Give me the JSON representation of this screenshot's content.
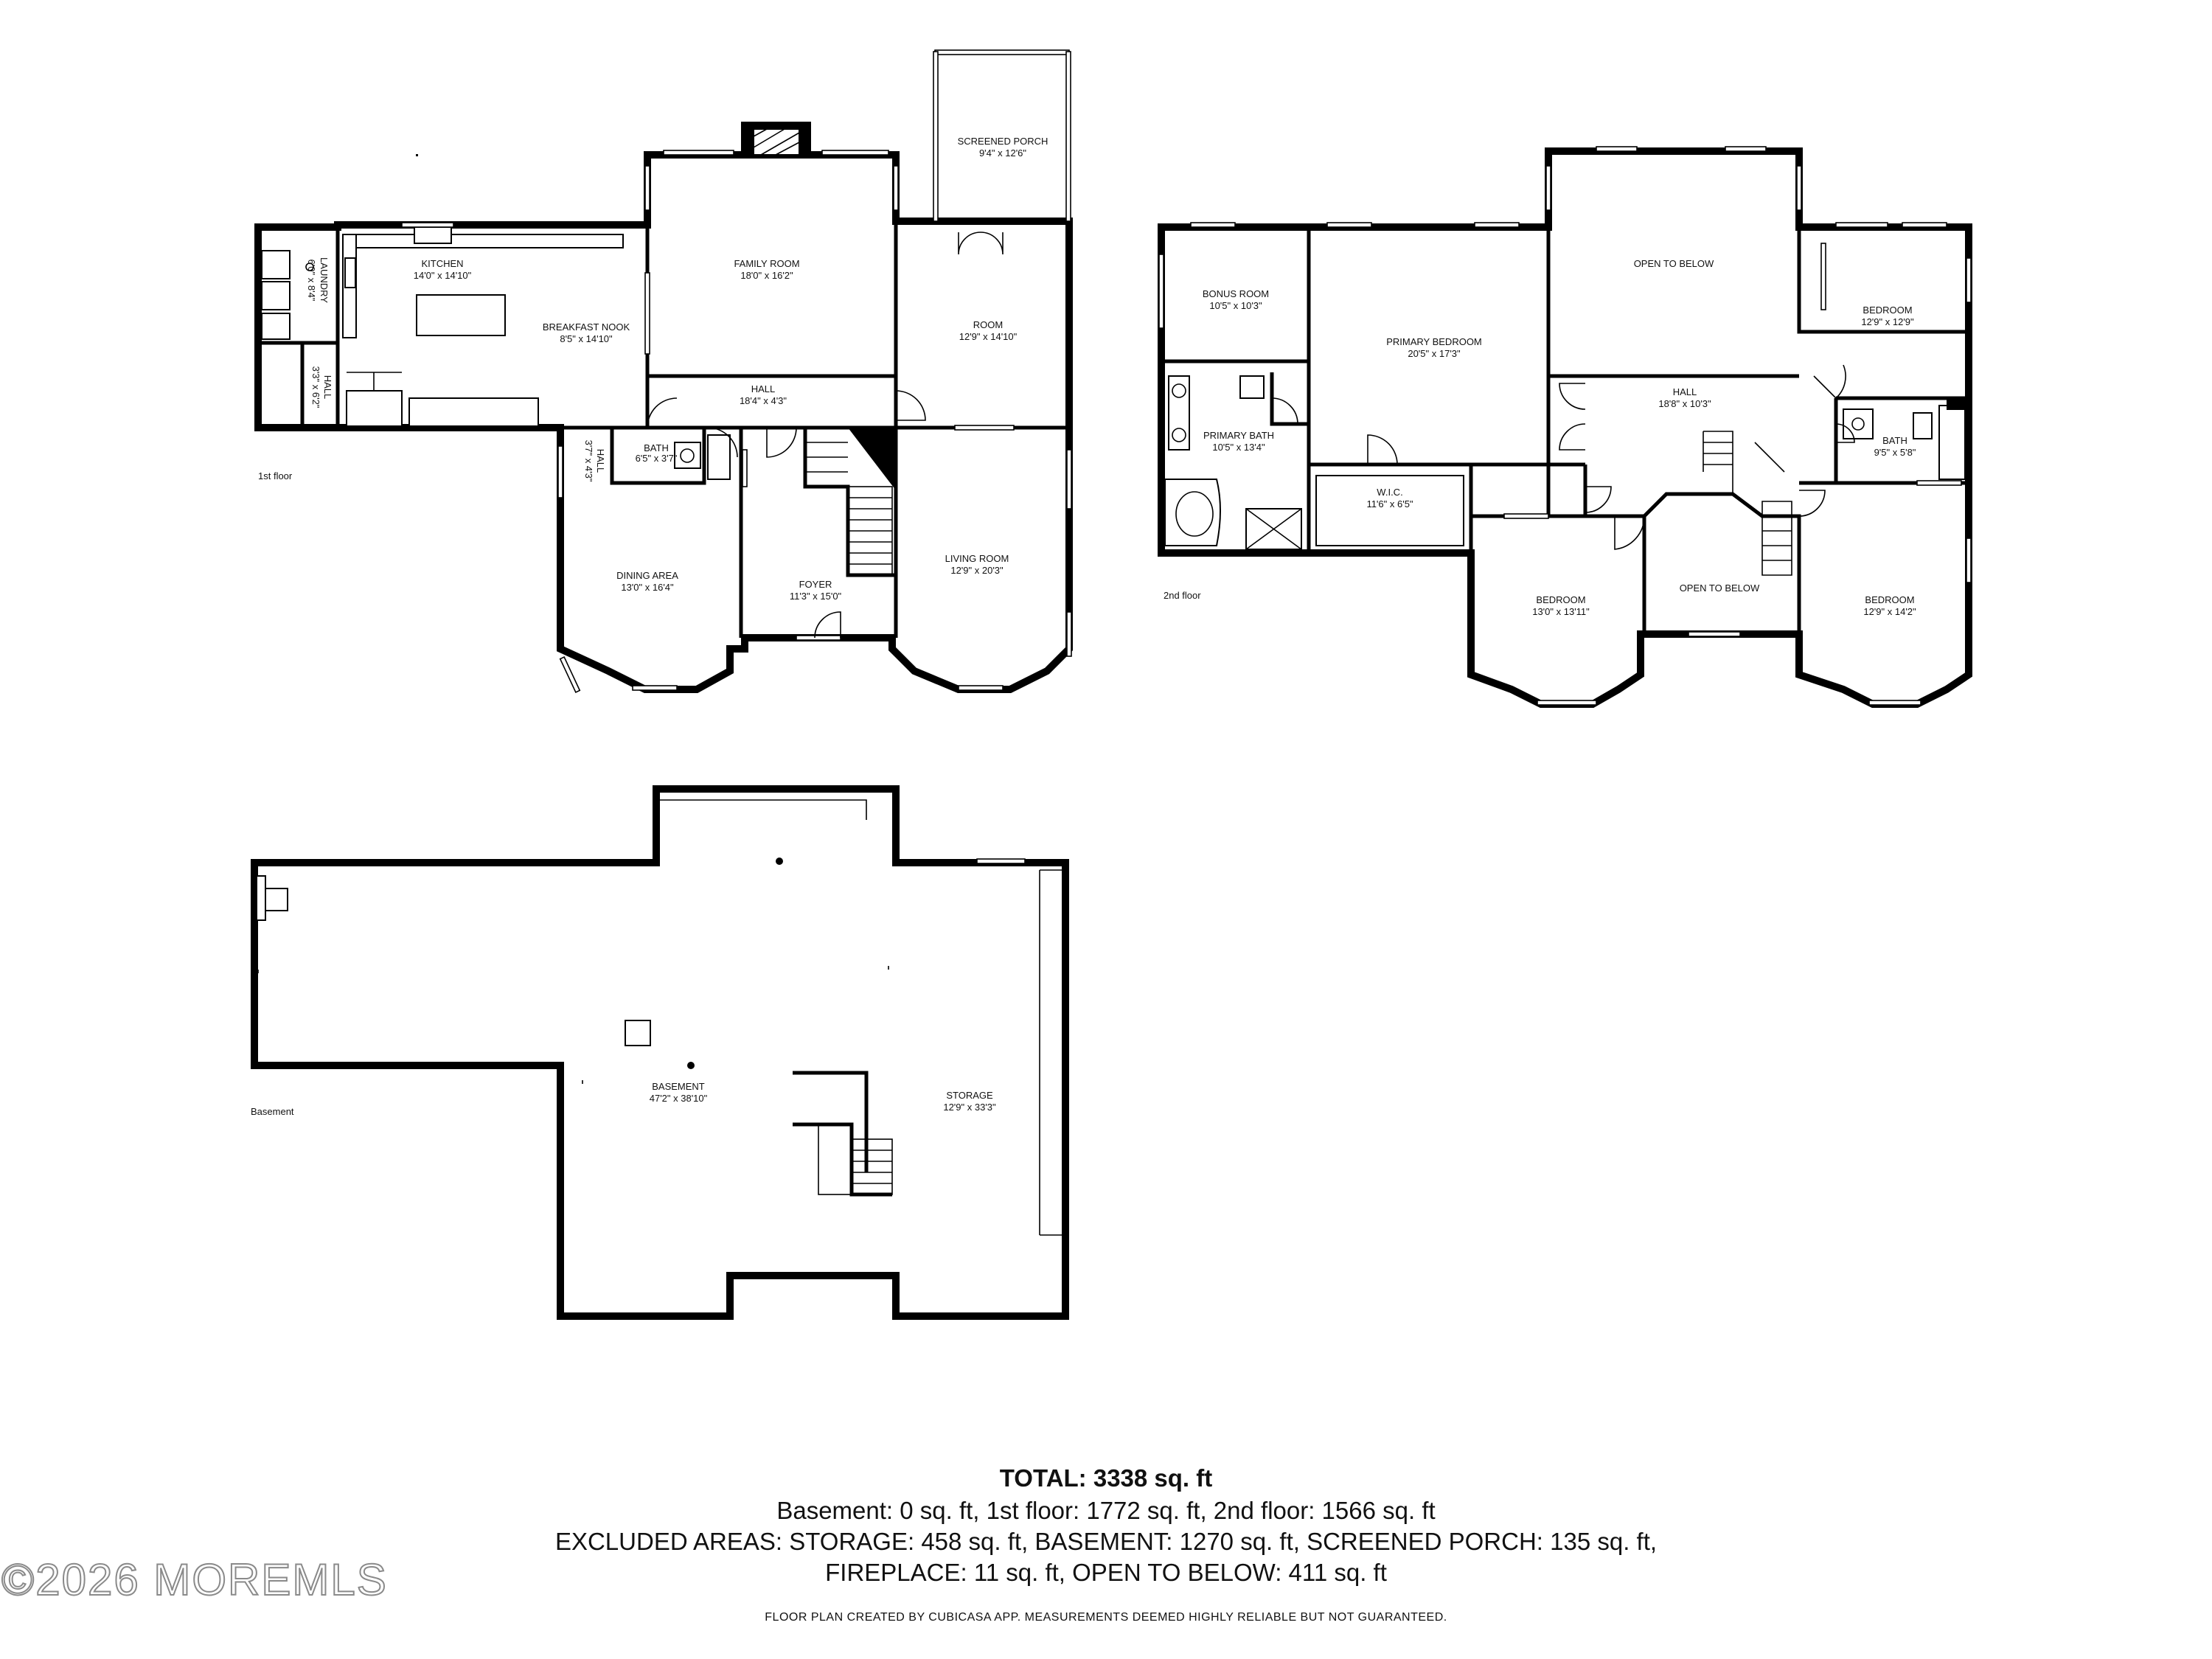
{
  "floors": {
    "first": {
      "label": "1st floor"
    },
    "second": {
      "label": "2nd floor"
    },
    "basement": {
      "label": "Basement"
    }
  },
  "rooms": {
    "kitchen": {
      "name": "KITCHEN",
      "size": "14'0\" x 14'10\""
    },
    "laundry": {
      "name": "LAUNDRY",
      "size": "6'0\" x 8'4\""
    },
    "hall_small": {
      "name": "HALL",
      "size": "3'3\" x 6'2\""
    },
    "breakfast_nook": {
      "name": "BREAKFAST NOOK",
      "size": "8'5\" x 14'10\""
    },
    "family_room": {
      "name": "FAMILY ROOM",
      "size": "18'0\" x 16'2\""
    },
    "screened_porch": {
      "name": "SCREENED PORCH",
      "size": "9'4\" x 12'6\""
    },
    "room": {
      "name": "ROOM",
      "size": "12'9\" x 14'10\""
    },
    "hall_1": {
      "name": "HALL",
      "size": "18'4\" x 4'3\""
    },
    "hall_vertical": {
      "name": "HALL",
      "size": "3'7\" x 4'3\""
    },
    "bath_1": {
      "name": "BATH",
      "size": "6'5\" x 3'7\""
    },
    "dining_area": {
      "name": "DINING AREA",
      "size": "13'0\" x 16'4\""
    },
    "foyer": {
      "name": "FOYER",
      "size": "11'3\" x 15'0\""
    },
    "living_room": {
      "name": "LIVING ROOM",
      "size": "12'9\" x 20'3\""
    },
    "bonus_room": {
      "name": "BONUS ROOM",
      "size": "10'5\" x 10'3\""
    },
    "primary_bedroom": {
      "name": "PRIMARY BEDROOM",
      "size": "20'5\" x 17'3\""
    },
    "open_to_below_top": {
      "name": "OPEN TO BELOW"
    },
    "bedroom_ne": {
      "name": "BEDROOM",
      "size": "12'9\" x 12'9\""
    },
    "primary_bath": {
      "name": "PRIMARY BATH",
      "size": "10'5\" x 13'4\""
    },
    "hall_2": {
      "name": "HALL",
      "size": "18'8\" x 10'3\""
    },
    "bath_2": {
      "name": "BATH",
      "size": "9'5\" x 5'8\""
    },
    "wic": {
      "name": "W.I.C.",
      "size": "11'6\" x 6'5\""
    },
    "bedroom_s1": {
      "name": "BEDROOM",
      "size": "13'0\" x 13'11\""
    },
    "open_to_below_mid": {
      "name": "OPEN TO BELOW"
    },
    "bedroom_s2": {
      "name": "BEDROOM",
      "size": "12'9\" x 14'2\""
    },
    "basement": {
      "name": "BASEMENT",
      "size": "47'2\" x 38'10\""
    },
    "storage": {
      "name": "STORAGE",
      "size": "12'9\" x 33'3\""
    }
  },
  "summary": {
    "total": "TOTAL: 3338 sq. ft",
    "line1": "Basement: 0 sq. ft, 1st floor: 1772 sq. ft, 2nd floor: 1566 sq. ft",
    "line2": "EXCLUDED AREAS: STORAGE: 458 sq. ft, BASEMENT: 1270 sq. ft, SCREENED PORCH: 135 sq. ft,",
    "line3": "FIREPLACE: 11 sq. ft, OPEN TO BELOW: 411 sq. ft",
    "credit": "FLOOR PLAN CREATED BY CUBICASA APP. MEASUREMENTS DEEMED HIGHLY RELIABLE BUT NOT GUARANTEED."
  },
  "watermark": "©2026 MOREMLS"
}
